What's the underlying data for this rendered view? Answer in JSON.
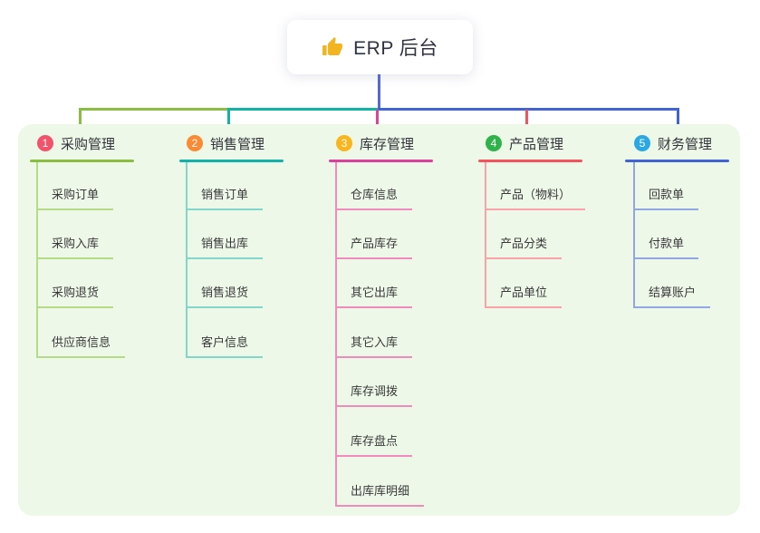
{
  "root": {
    "title": "ERP 后台",
    "icon": "thumbs-up"
  },
  "branches": [
    {
      "index": "1",
      "label": "采购管理",
      "badge_color": "#f2536a",
      "line_color": "#8cbd43",
      "sub_line_color": "#b5da88",
      "items": [
        "采购订单",
        "采购入库",
        "采购退货",
        "供应商信息"
      ]
    },
    {
      "index": "2",
      "label": "销售管理",
      "badge_color": "#fa8a33",
      "line_color": "#12b3a6",
      "sub_line_color": "#82d7cb",
      "items": [
        "销售订单",
        "销售出库",
        "销售退货",
        "客户信息"
      ]
    },
    {
      "index": "3",
      "label": "库存管理",
      "badge_color": "#f8b61c",
      "line_color": "#dc409d",
      "sub_line_color": "#f08cbd",
      "items": [
        "仓库信息",
        "产品库存",
        "其它出库",
        "其它入库",
        "库存调拨",
        "库存盘点",
        "出库库明细"
      ]
    },
    {
      "index": "4",
      "label": "产品管理",
      "badge_color": "#30b24b",
      "line_color": "#f4535e",
      "sub_line_color": "#f8a3a8",
      "items": [
        "产品（物料）",
        "产品分类",
        "产品单位"
      ]
    },
    {
      "index": "5",
      "label": "财务管理",
      "badge_color": "#2ba7e1",
      "line_color": "#4163d6",
      "sub_line_color": "#92a7e2",
      "items": [
        "回款单",
        "付款单",
        "结算账户"
      ]
    }
  ],
  "colors": {
    "canvas_bg": "#ffffff",
    "panel_bg": "#edf8e8",
    "root_line": "#5668d9",
    "title_text": "#2f3444",
    "node_text": "#3a3a3a",
    "thumb_icon": "#f3b51f"
  }
}
